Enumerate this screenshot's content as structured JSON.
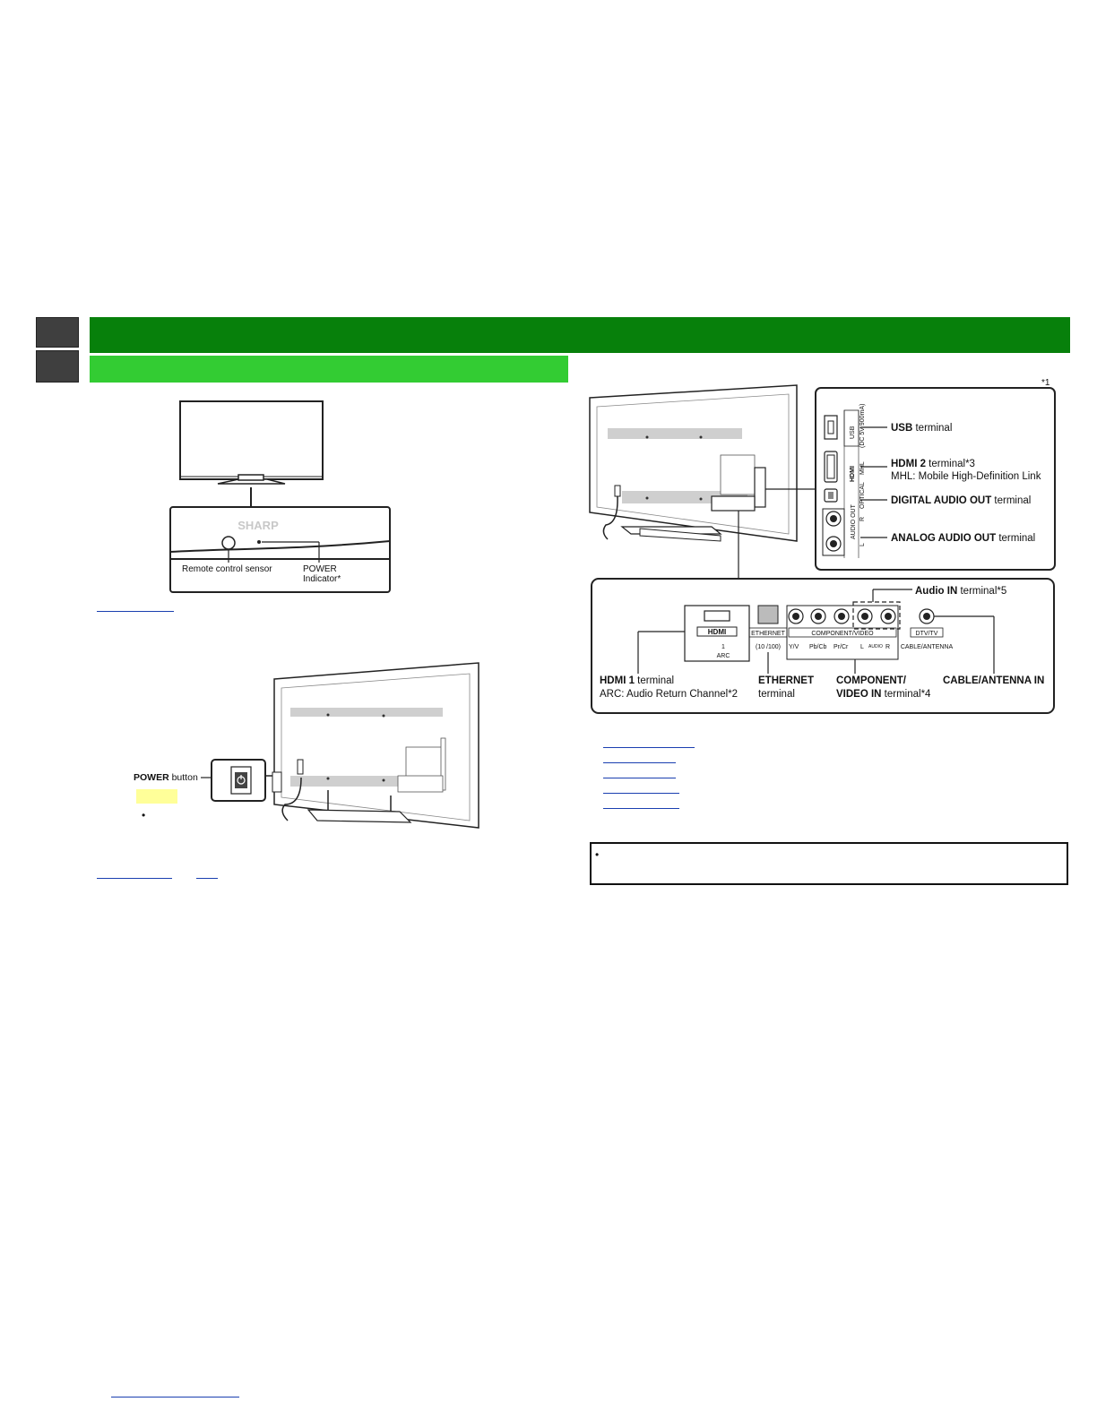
{
  "front_figure": {
    "brand": "SHARP",
    "remote_sensor_label": "Remote control sensor",
    "power_indicator_line1": "POWER",
    "power_indicator_line2": "Indicator*"
  },
  "back_small_figure": {
    "power_button_bold": "POWER",
    "power_button_rest": " button"
  },
  "terminal_figure": {
    "footnote_mark": "*1",
    "usb_bold": "USB",
    "usb_rest": " terminal",
    "hdmi2_bold": "HDMI 2",
    "hdmi2_rest": " terminal*3",
    "mhl_desc": "MHL: Mobile High-Definition Link",
    "digital_out_bold": "DIGITAL AUDIO OUT",
    "digital_out_rest": " terminal",
    "analog_out_bold": "ANALOG AUDIO OUT",
    "analog_out_rest": " terminal",
    "audio_in_bold": "Audio IN",
    "audio_in_rest": " terminal*5",
    "hdmi1_bold": "HDMI 1",
    "hdmi1_rest": " terminal",
    "arc_desc": "ARC: Audio Return Channel*2",
    "ethernet_bold": "ETHERNET",
    "ethernet_rest": "terminal",
    "component_bold_1": "COMPONENT/",
    "component_bold_2": "VIDEO IN",
    "component_rest": " terminal*4",
    "cable_bold": "CABLE/ANTENNA IN",
    "panel_usb": "USB",
    "panel_usb_spec": "(DC 5V 900mA)",
    "panel_mhl": "MHL",
    "panel_optical": "OPTICAL",
    "panel_audio_out": "AUDIO OUT",
    "panel_r": "R",
    "panel_l": "L",
    "panel_hdmi_logo": "HDMI",
    "panel_hdmi_num": "1",
    "panel_arc": "ARC",
    "panel_ethernet": "ETHERNET",
    "panel_ethernet_speed": "(10 /100)",
    "panel_component": "COMPONENT/VIDEO",
    "panel_yv": "Y/V",
    "panel_pbcb": "Pb/Cb",
    "panel_prcr": "Pr/Cr",
    "panel_audio_l": "L",
    "panel_audio": "AUDIO",
    "panel_audio_r": "R",
    "panel_dtvtv": "DTV/TV",
    "panel_cable_ant": "CABLE/ANTENNA"
  },
  "bullets": {
    "left": "•",
    "note": "•"
  },
  "colors": {
    "header_dark": "#07800b",
    "header_light": "#33cc33",
    "side_tab": "#3f3f3f",
    "highlight": "#ffff99",
    "link": "#1a3fb0"
  }
}
